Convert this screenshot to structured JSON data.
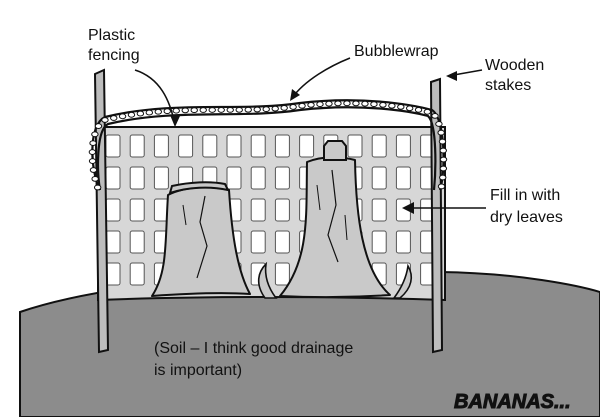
{
  "labels": {
    "plastic_fencing_line1": "Plastic",
    "plastic_fencing_line2": "fencing",
    "bubblewrap": "Bubblewrap",
    "wooden_stakes_line1": "Wooden",
    "wooden_stakes_line2": "stakes",
    "fill_line1": "Fill in with",
    "fill_line2": "dry leaves",
    "soil_line1": "(Soil – I think good drainage",
    "soil_line2": "is important)"
  },
  "watermark": {
    "text": "BANANAS..."
  },
  "colors": {
    "soil": "#8c8c8c",
    "fence": "#d7d7d7",
    "stump": "#c9c9c9",
    "stake": "#bdbdbd",
    "outline": "#111111",
    "watermark": "#f2d21b"
  }
}
